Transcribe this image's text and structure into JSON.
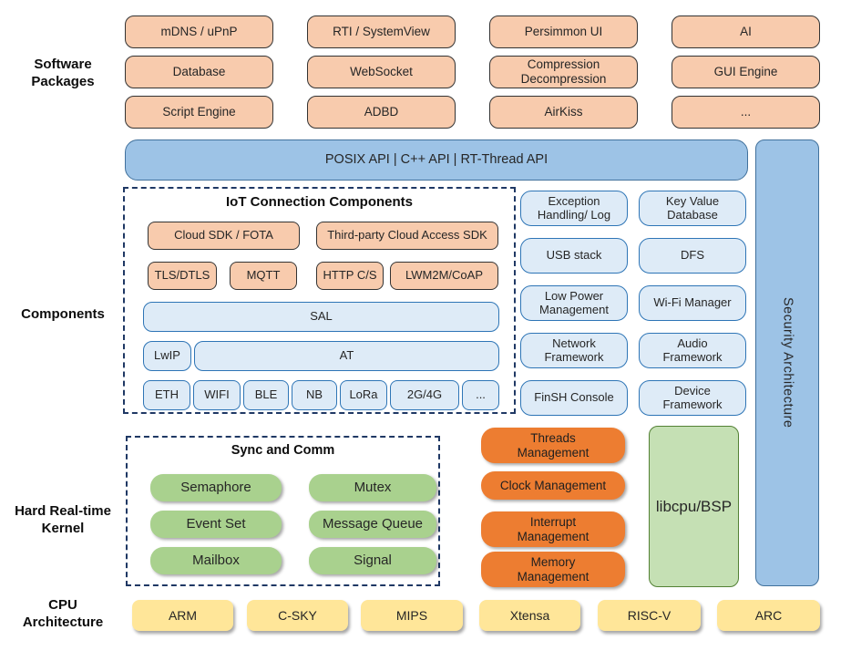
{
  "side_labels": {
    "software": "Software\nPackages",
    "components": "Components",
    "kernel": "Hard Real-time\nKernel",
    "cpu": "CPU\nArchitecture"
  },
  "software_packages": [
    "mDNS / uPnP",
    "RTI / SystemView",
    "Persimmon UI",
    "AI",
    "Database",
    "WebSocket",
    "Compression\nDecompression",
    "GUI Engine",
    "Script Engine",
    "ADBD",
    "AirKiss",
    "..."
  ],
  "api_bar_label": "POSIX API  |  C++ API  |  RT-Thread API",
  "security_bar_label": "Security Architecture",
  "iot": {
    "title": "IoT Connection Components",
    "cloud_sdk": "Cloud SDK / FOTA",
    "third_party": "Third-party Cloud Access SDK",
    "tls": "TLS/DTLS",
    "mqtt": "MQTT",
    "http": "HTTP C/S",
    "lwm2m": "LWM2M/CoAP",
    "sal": "SAL",
    "lwip": "LwIP",
    "at": "AT",
    "links": [
      "ETH",
      "WIFI",
      "BLE",
      "NB",
      "LoRa",
      "2G/4G",
      "..."
    ]
  },
  "service_components": [
    "Exception\nHandling/ Log",
    "Key Value\nDatabase",
    "USB stack",
    "DFS",
    "Low Power\nManagement",
    "Wi-Fi Manager",
    "Network\nFramework",
    "Audio\nFramework",
    "FinSH Console",
    "Device\nFramework"
  ],
  "kernel": {
    "sync_title": "Sync and Comm",
    "sync_items": [
      "Semaphore",
      "Mutex",
      "Event Set",
      "Message Queue",
      "Mailbox",
      "Signal"
    ],
    "management": [
      "Threads\nManagement",
      "Clock Management",
      "Interrupt\nManagement",
      "Memory\nManagement"
    ],
    "libcpu": "libcpu/BSP"
  },
  "cpu_architectures": [
    "ARM",
    "C-SKY",
    "MIPS",
    "Xtensa",
    "RISC-V",
    "ARC"
  ],
  "colors": {
    "package_fill": "#F8CBAD",
    "api_fill": "#9DC3E6",
    "api_border": "#41719C",
    "component_fill": "#DEEBF7",
    "component_border": "#2E75B6",
    "frame_border": "#1F3864",
    "kernel_green": "#A9D18E",
    "management_orange": "#ED7D31",
    "libcpu_fill": "#C5E0B4",
    "libcpu_border": "#538135",
    "cpu_yellow": "#FFE699"
  }
}
